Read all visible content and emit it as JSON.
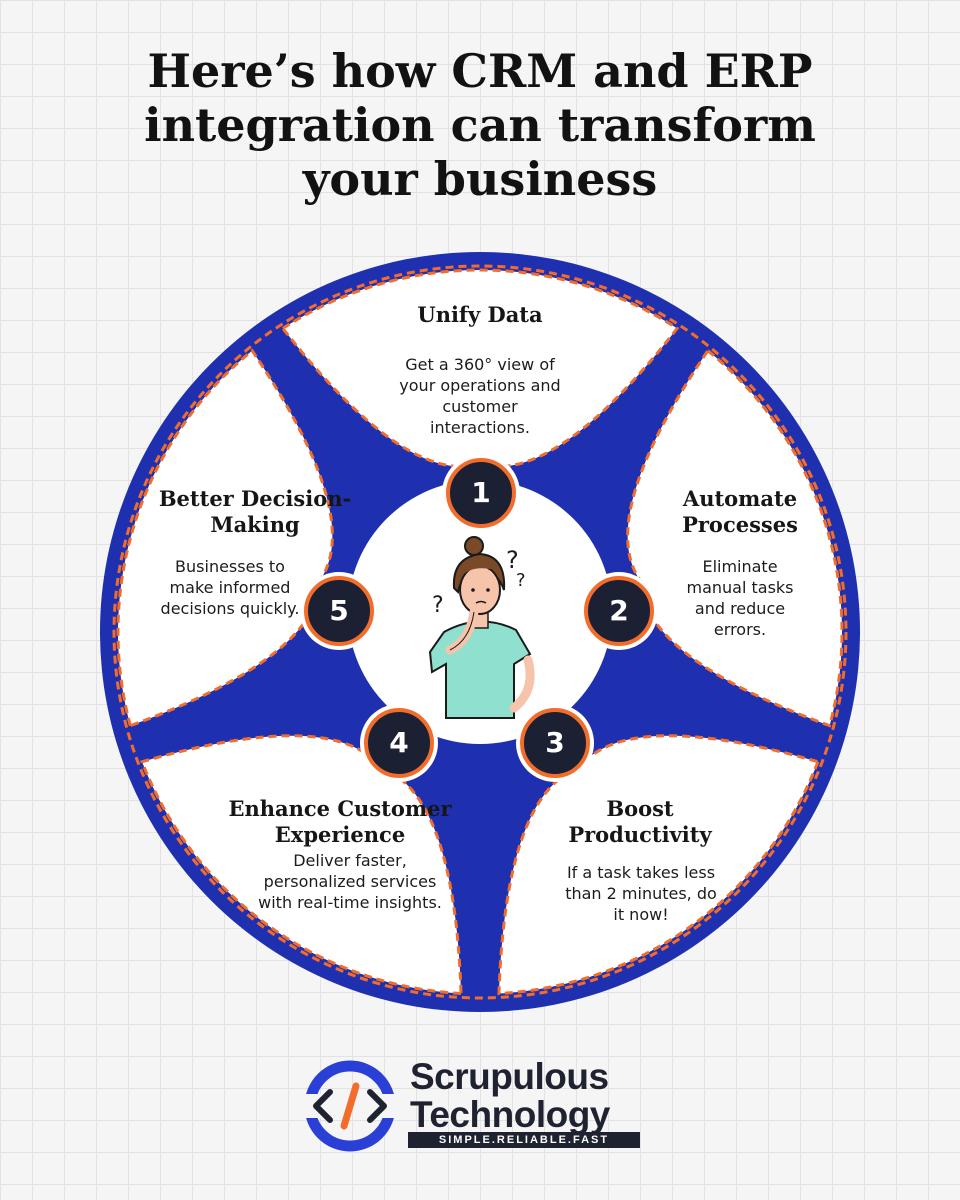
{
  "title": {
    "lines": [
      "Here’s how CRM and ERP",
      "integration can transform",
      "your business"
    ]
  },
  "colors": {
    "ring": "#1e2fb0",
    "accent": "#f26d2c",
    "badge": "#1c2033",
    "segment": "#ffffff"
  },
  "steps": [
    {
      "number": "1",
      "title_lines": [
        "Unify Data"
      ],
      "description_lines": [
        "Get a 360° view of",
        "your operations and",
        "customer",
        "interactions."
      ]
    },
    {
      "number": "2",
      "title_lines": [
        "Automate",
        "Processes"
      ],
      "description_lines": [
        "Eliminate",
        "manual tasks",
        "and reduce",
        "errors."
      ]
    },
    {
      "number": "3",
      "title_lines": [
        "Boost",
        "Productivity"
      ],
      "description_lines": [
        "If a task takes less",
        "than 2 minutes, do",
        "it now!"
      ]
    },
    {
      "number": "4",
      "title_lines": [
        "Enhance Customer",
        "Experience"
      ],
      "description_lines": [
        "Deliver faster,",
        "personalized services",
        "with real-time insights."
      ]
    },
    {
      "number": "5",
      "title_lines": [
        "Better Decision-",
        "Making"
      ],
      "description_lines": [
        "Businesses to",
        "make informed",
        "decisions quickly."
      ]
    }
  ],
  "center_icon": "thinking-person-icon",
  "brand": {
    "name_lines": [
      "Scrupulous",
      "Technology"
    ],
    "tagline": "SIMPLE.RELIABLE.FAST",
    "logo_icon": "code-brackets-logo-icon"
  }
}
